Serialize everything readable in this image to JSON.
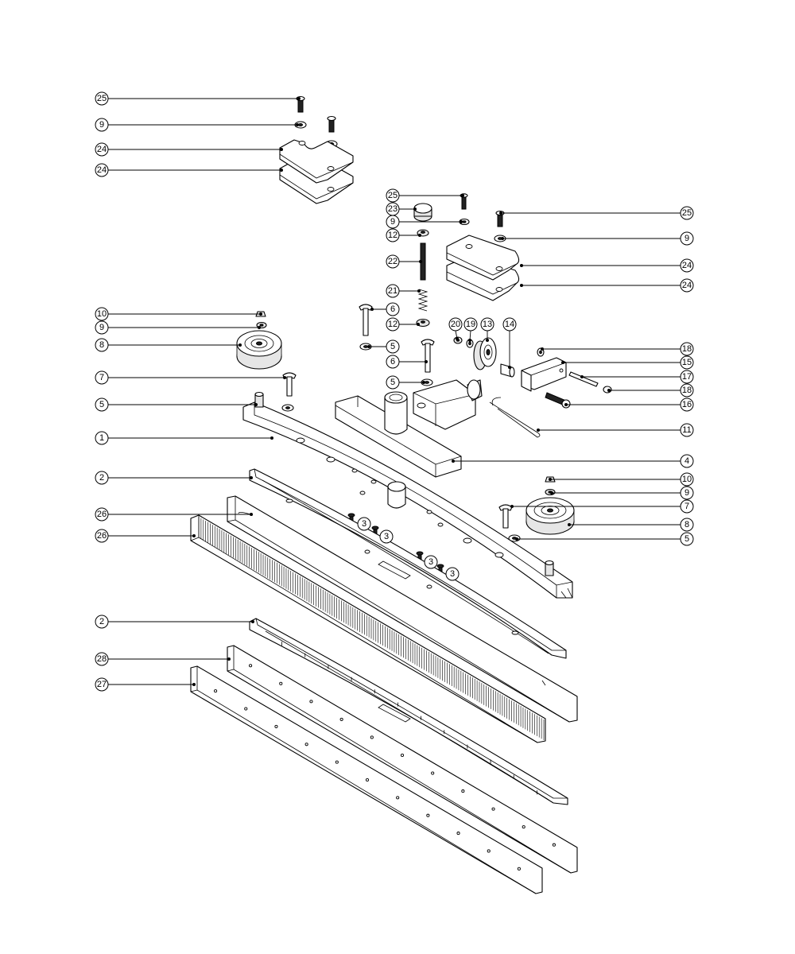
{
  "diagram": {
    "type": "exploded-parts-view",
    "colors": {
      "ink": "#000000",
      "paper": "#ffffff",
      "shade": "#e6e6e6"
    },
    "callouts": [
      {
        "label": "25"
      },
      {
        "label": "9"
      },
      {
        "label": "24"
      },
      {
        "label": "24"
      },
      {
        "label": "25"
      },
      {
        "label": "23"
      },
      {
        "label": "9"
      },
      {
        "label": "12"
      },
      {
        "label": "22"
      },
      {
        "label": "21"
      },
      {
        "label": "6"
      },
      {
        "label": "12"
      },
      {
        "label": "5"
      },
      {
        "label": "6"
      },
      {
        "label": "5"
      },
      {
        "label": "20"
      },
      {
        "label": "19"
      },
      {
        "label": "13"
      },
      {
        "label": "14"
      },
      {
        "label": "25"
      },
      {
        "label": "9"
      },
      {
        "label": "24"
      },
      {
        "label": "24"
      },
      {
        "label": "18"
      },
      {
        "label": "15"
      },
      {
        "label": "17"
      },
      {
        "label": "18"
      },
      {
        "label": "16"
      },
      {
        "label": "11"
      },
      {
        "label": "4"
      },
      {
        "label": "10"
      },
      {
        "label": "9"
      },
      {
        "label": "8"
      },
      {
        "label": "7"
      },
      {
        "label": "5"
      },
      {
        "label": "1"
      },
      {
        "label": "2"
      },
      {
        "label": "26"
      },
      {
        "label": "26"
      },
      {
        "label": "3"
      },
      {
        "label": "3"
      },
      {
        "label": "3"
      },
      {
        "label": "3"
      },
      {
        "label": "10"
      },
      {
        "label": "9"
      },
      {
        "label": "7"
      },
      {
        "label": "8"
      },
      {
        "label": "5"
      },
      {
        "label": "2"
      },
      {
        "label": "28"
      },
      {
        "label": "27"
      }
    ]
  }
}
